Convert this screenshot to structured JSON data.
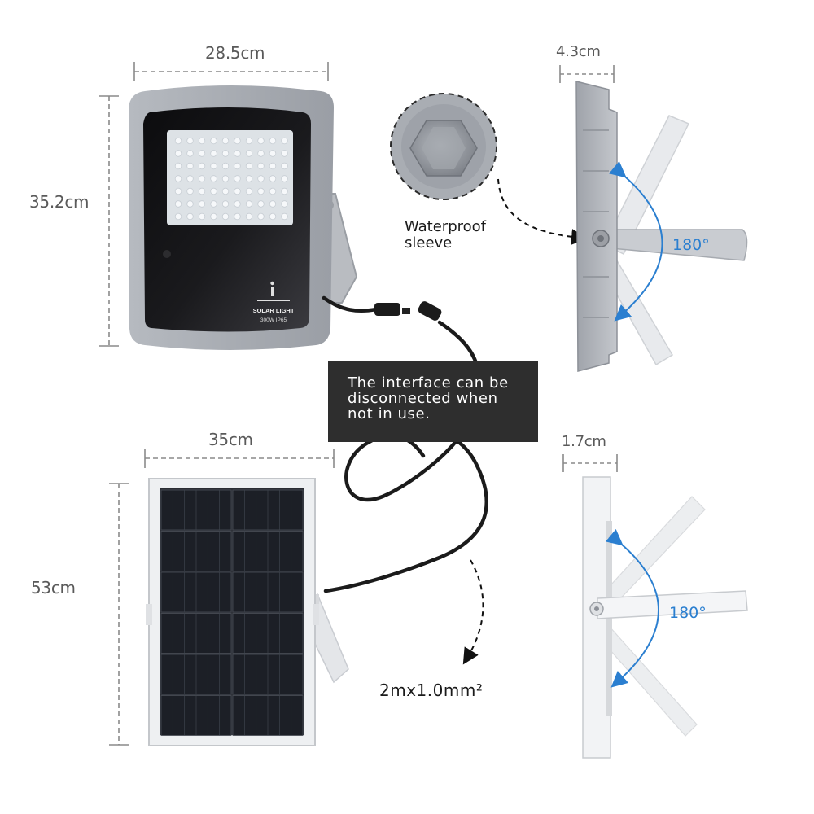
{
  "dimensions": {
    "light_width": "28.5cm",
    "light_height": "35.2cm",
    "light_depth": "4.3cm",
    "panel_width": "35cm",
    "panel_height": "53cm",
    "panel_depth": "1.7cm"
  },
  "labels": {
    "waterproof": "Waterproof sleeve",
    "interface_note": "The interface can be disconnected when not in use.",
    "cable": "2mx1.0mm²",
    "light_brand": "SOLAR LIGHT",
    "light_rating": "300W IP65",
    "angle_light": "180°",
    "angle_panel": "180°"
  },
  "colors": {
    "dimension_line": "#8a8a8a",
    "angle_arrow": "#2b7fd0",
    "light_frame": "#a9adb3",
    "panel_cell": "#1c1f26"
  }
}
